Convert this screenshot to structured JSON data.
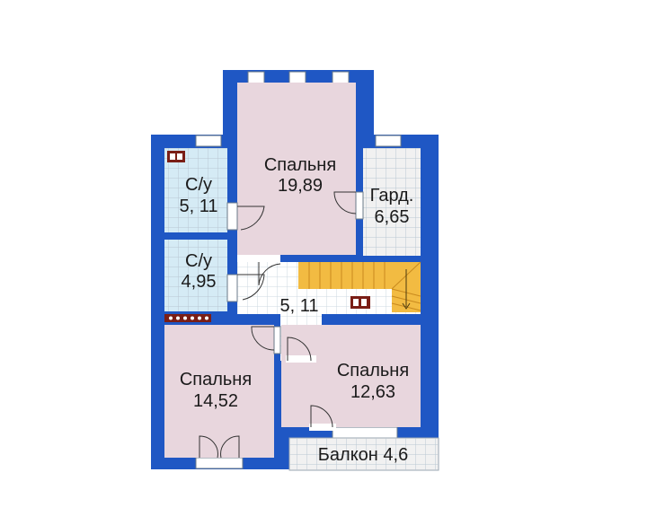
{
  "colors": {
    "wall": "#1f57c4",
    "bedroom": "#e8d6dd",
    "bathroom": "#d5ebf5",
    "wardrobe": "#f1f1f1",
    "hall": "#ffffff",
    "stairs": "#f2bb42",
    "balcony": "#f1f1f1",
    "grid": "#b9c7d2",
    "heater": "#7a1e16"
  },
  "rooms": {
    "bedroom_main": {
      "name": "Спальня",
      "area": "19,89"
    },
    "bath_top": {
      "name": "С/у",
      "area": "5, 11"
    },
    "bath_bottom": {
      "name": "С/у",
      "area": "4,95"
    },
    "wardrobe": {
      "name": "Гард.",
      "area": "6,65"
    },
    "hall": {
      "area": "5, 11"
    },
    "bedroom_left": {
      "name": "Спальня",
      "area": "14,52"
    },
    "bedroom_right": {
      "name": "Спальня",
      "area": "12,63"
    },
    "balcony": {
      "label": "Балкон 4,6"
    }
  }
}
